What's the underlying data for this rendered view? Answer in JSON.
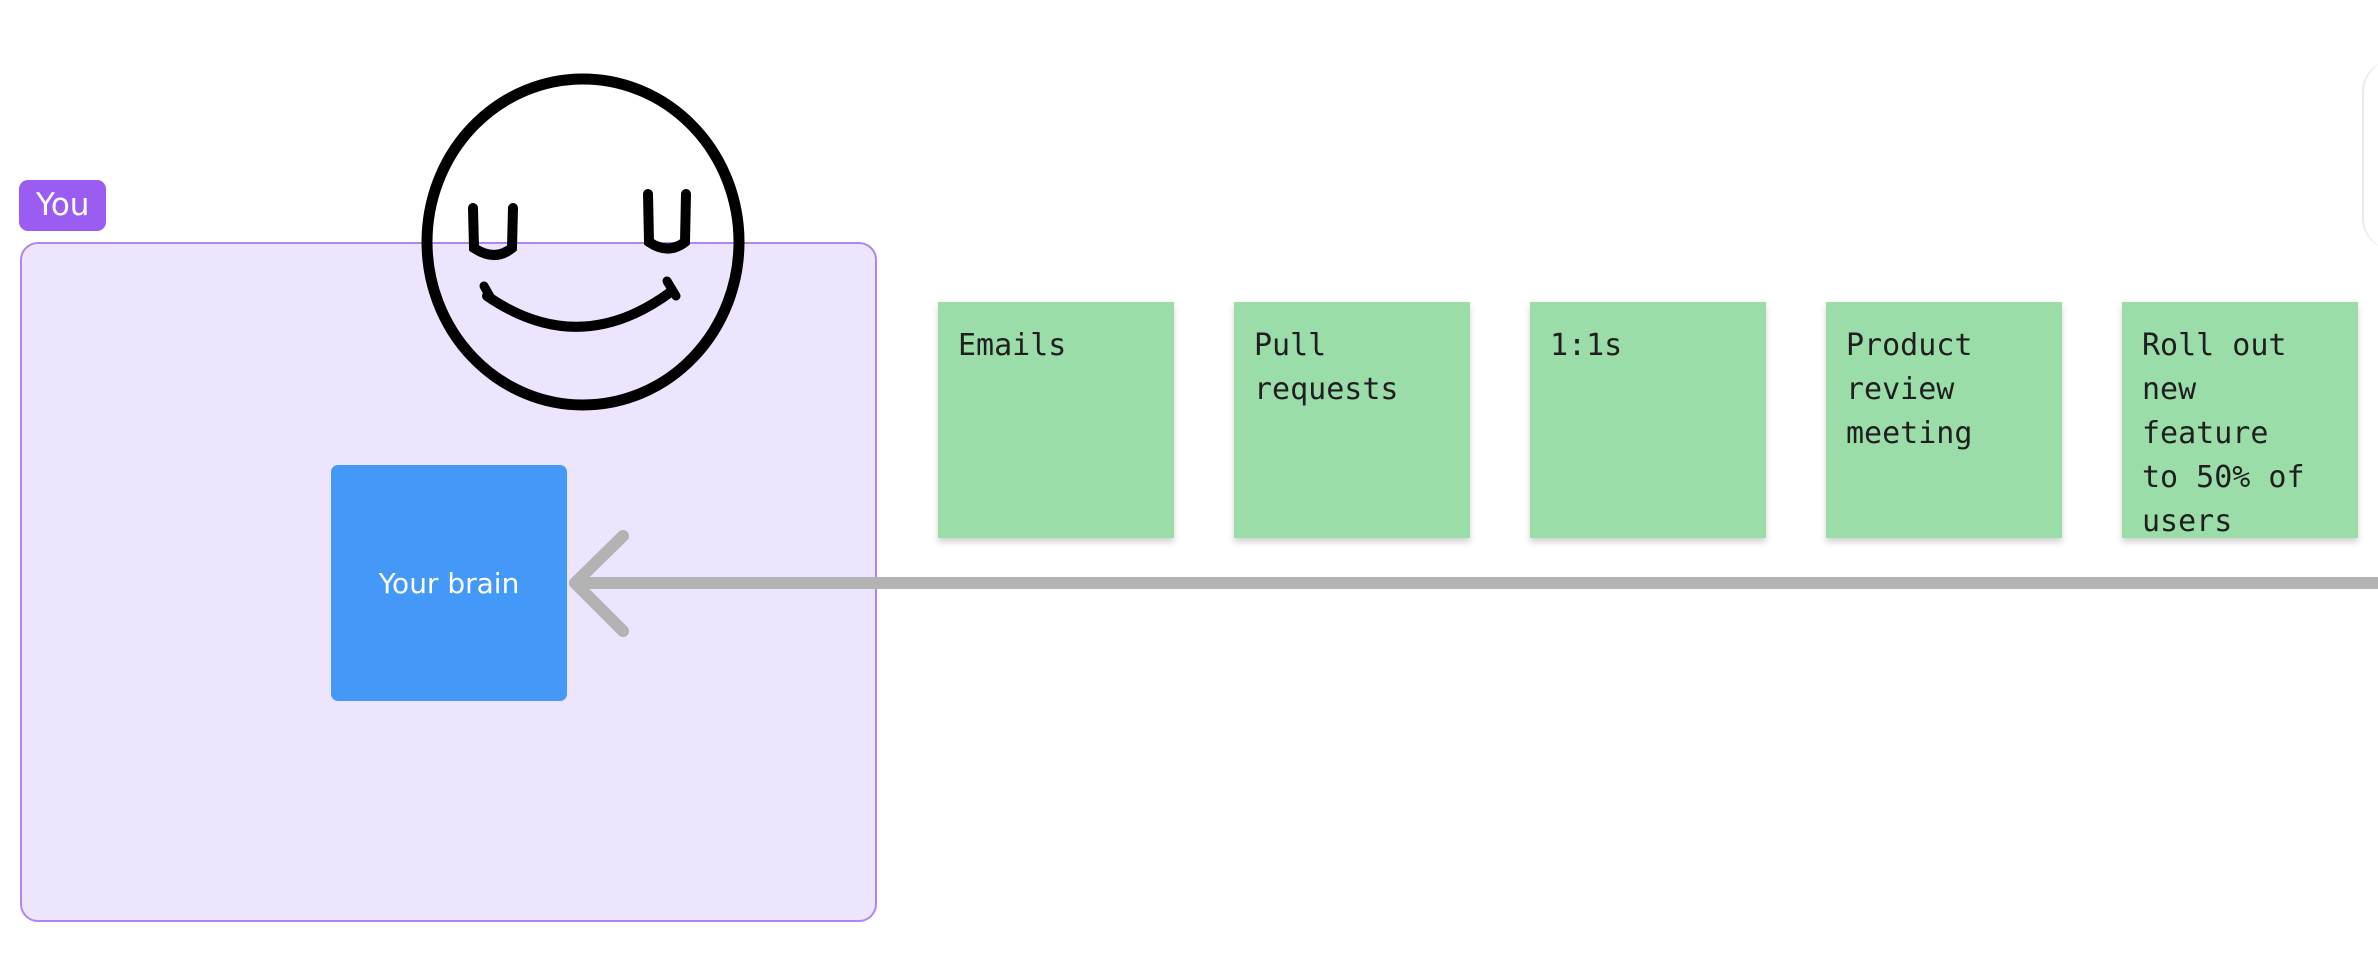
{
  "section": {
    "label": "You"
  },
  "brain": {
    "label": "Your brain"
  },
  "stickies": [
    {
      "text": "Emails"
    },
    {
      "text": "Pull\nrequests"
    },
    {
      "text": "1:1s"
    },
    {
      "text": "Product\nreview\nmeeting"
    },
    {
      "text": "Roll out\nnew feature\nto 50% of\nusers"
    }
  ],
  "colors": {
    "section_fill": "#ede4fe",
    "section_border": "#b184f0",
    "section_label": "#9b5cf2",
    "brain_box": "#4499f8",
    "sticky": "#9bdda9",
    "arrow": "#b3b3b3",
    "smiley_stroke": "#000000"
  },
  "icons": {
    "drawing": "smiley-face-icon",
    "connector": "arrow-left-icon"
  }
}
